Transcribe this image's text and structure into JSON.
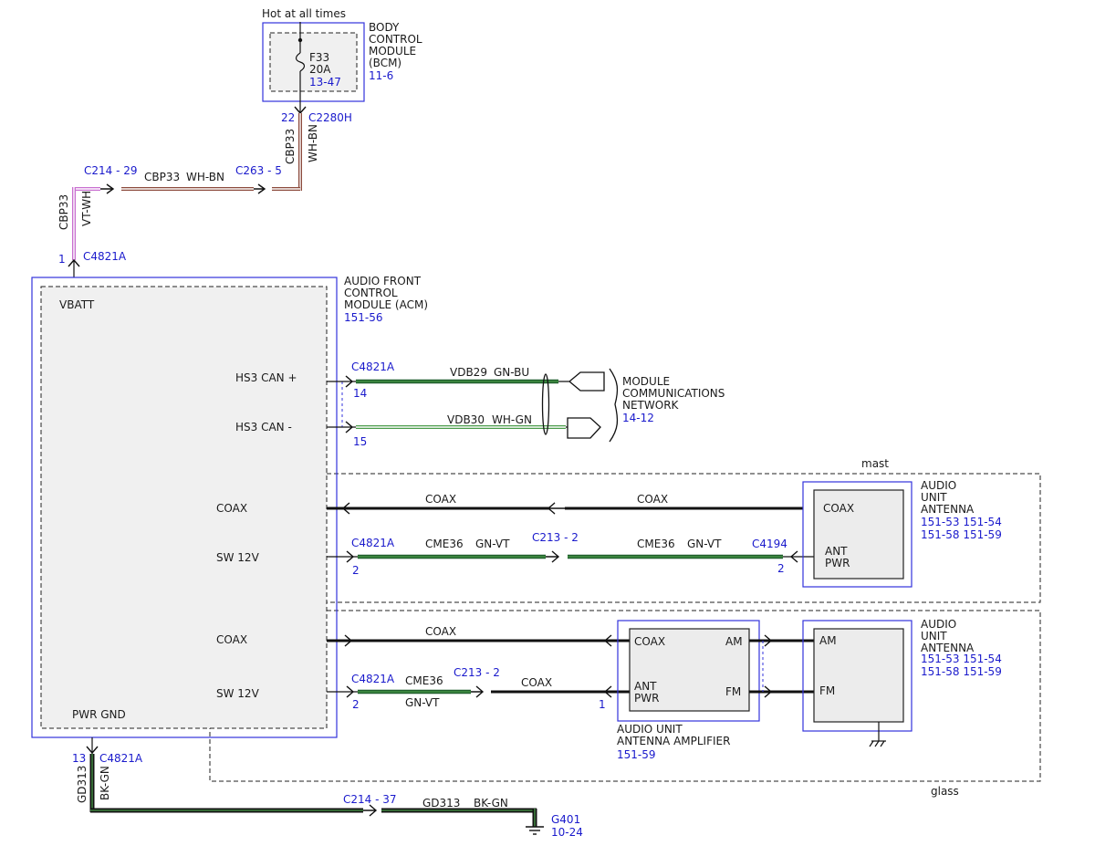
{
  "bcm": {
    "hot_label": "Hot at all times",
    "fuse": "F33",
    "fuse_amp": "20A",
    "fuse_ref": "13-47",
    "pin": "22",
    "connector": "C2280H",
    "name_lines": [
      "BODY",
      "CONTROL",
      "MODULE",
      "(BCM)"
    ],
    "ref": "11-6"
  },
  "upper_wire": {
    "v_circuit": "CBP33",
    "v_color": "WH-BN",
    "inline_left": "C214 - 29",
    "inline_right": "C263 - 5",
    "h_circuit": "CBP33",
    "h_color": "WH-BN",
    "left_circuit": "CBP33",
    "left_color": "VT-WH",
    "acm_pin": "1",
    "acm_connector": "C4821A"
  },
  "acm": {
    "name_lines": [
      "AUDIO FRONT",
      "CONTROL",
      "MODULE (ACM)"
    ],
    "ref": "151-56",
    "vbatt": "VBATT",
    "hs3_plus": "HS3 CAN +",
    "hs3_minus": "HS3 CAN -",
    "pwr_gnd": "PWR GND"
  },
  "can": {
    "connector": "C4821A",
    "pin_plus": "14",
    "pin_minus": "15",
    "plus_circuit": "VDB29",
    "plus_color": "GN-BU",
    "minus_circuit": "VDB30",
    "minus_color": "WH-GN",
    "network_lines": [
      "MODULE",
      "COMMUNICATIONS",
      "NETWORK"
    ],
    "network_ref": "14-12"
  },
  "mast": {
    "region_label": "mast",
    "coax_label": "COAX",
    "sw_label": "SW 12V",
    "coax_wire_left": "COAX",
    "coax_wire_right": "COAX",
    "connector": "C4821A",
    "pin": "2",
    "circuit_left": "CME36",
    "color_left": "GN-VT",
    "inline": "C213 - 2",
    "circuit_right": "CME36",
    "color_right": "GN-VT",
    "far_connector": "C4194",
    "far_pin": "2",
    "antenna_name_lines": [
      "AUDIO",
      "UNIT",
      "ANTENNA"
    ],
    "antenna_refs": [
      "151-53  151-54",
      "151-58  151-59"
    ],
    "antenna_coax": "COAX",
    "antenna_pwr_lines": [
      "ANT",
      "PWR"
    ]
  },
  "glass": {
    "region_label": "glass",
    "coax_label": "COAX",
    "sw_label": "SW 12V",
    "coax_wire": "COAX",
    "connector": "C4821A",
    "pin": "2",
    "circuit": "CME36",
    "color": "GN-VT",
    "inline": "C213 - 2",
    "coax_after": "COAX",
    "amp_pin": "1",
    "amp_coax": "COAX",
    "amp_am": "AM",
    "amp_pwr_lines": [
      "ANT",
      "PWR"
    ],
    "amp_fm": "FM",
    "amp_name_lines": [
      "AUDIO UNIT",
      "ANTENNA AMPLIFIER"
    ],
    "amp_ref": "151-59",
    "antenna_am": "AM",
    "antenna_fm": "FM",
    "antenna_name_lines": [
      "AUDIO",
      "UNIT",
      "ANTENNA"
    ],
    "antenna_refs": [
      "151-53  151-54",
      "151-58  151-59"
    ]
  },
  "ground": {
    "pin": "13",
    "connector": "C4821A",
    "v_circuit": "GD313",
    "v_color": "BK-GN",
    "inline": "C214 - 37",
    "h_circuit": "GD313",
    "h_color": "BK-GN",
    "ground_id": "G401",
    "ground_ref": "10-24"
  },
  "colors": {
    "blue_text": "#1a1acc",
    "wh_bn_stripe": "#8b4a3c",
    "vt_wh_stripe": "#c86fd0",
    "gn_stripe": "#1f5e2c",
    "gn_light": "#4a9b4a",
    "bk": "#111111",
    "module_box": "#3333dd"
  }
}
